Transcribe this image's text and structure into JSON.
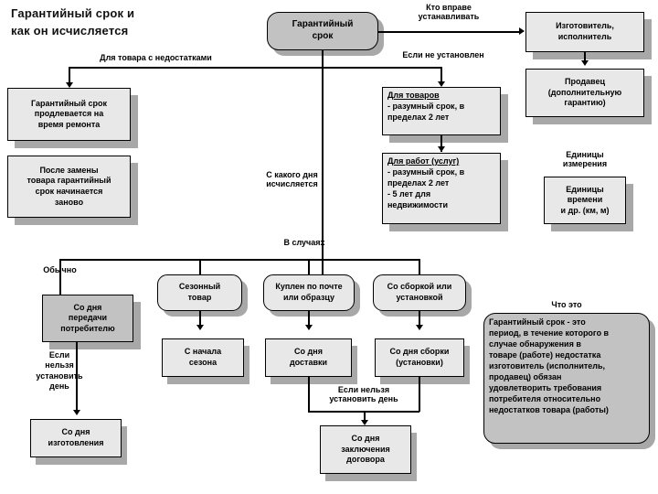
{
  "title": "Гарантийный срок и\nкак он исчисляется",
  "root": {
    "label": "Гарантийный\nсрок"
  },
  "edge_labels": {
    "defective_goods": "Для товара с недостатками",
    "who_sets": "Кто вправе\nустанавливать",
    "if_not_set": "Если не установлен",
    "from_what_day": "С какого дня\nисчисляется",
    "in_cases": "В случаях",
    "usually": "Обычно",
    "if_cannot_set_day_left": "Если\nнельзя\nустановить\nдень",
    "if_cannot_set_day_mid": "Если нельзя\nустановить день",
    "units_of_measure": "Единицы\nизмерения",
    "what_is_it": "Что это"
  },
  "left_column": [
    {
      "label": "Гарантийный срок\nпродлевается на\nвремя ремонта"
    },
    {
      "label": "После замены\nтовара гарантийный\nсрок  начинается\nзаново"
    }
  ],
  "terms_column": [
    {
      "heading": "Для товаров",
      "lines": [
        "- разумный срок,  в",
        "пределах 2 лет"
      ]
    },
    {
      "heading": "Для работ (услуг)",
      "lines": [
        "- разумный срок,  в",
        "пределах 2 лет",
        "- 5 лет для",
        "недвижимости"
      ]
    }
  ],
  "right_column": [
    {
      "label": "Изготовитель,\nисполнитель"
    },
    {
      "label": "Продавец\n(дополнительную\nгарантию)"
    },
    {
      "label": "Единицы\nвремени\nи др. (км, м)"
    }
  ],
  "cases_row": [
    {
      "label": "Сезонный\nтовар"
    },
    {
      "label": "Куплен по почте\nили образцу"
    },
    {
      "label": "Со сборкой или\nустановкой"
    }
  ],
  "results_row": [
    {
      "label": "Со дня\nпередачи\nпотребителю"
    },
    {
      "label": "С начала\nсезона"
    },
    {
      "label": "Со дня\nдоставки"
    },
    {
      "label": "Со дня  сборки\n(установки)"
    }
  ],
  "fallbacks": [
    {
      "label": "Со дня\nизготовления"
    },
    {
      "label": "Со дня\nзаключения\nдоговора"
    }
  ],
  "definition": {
    "lines": [
      "Гарантийный срок - это",
      "период, в течение которого в",
      "случае обнаружения в",
      "товаре (работе) недостатка",
      "изготовитель (исполнитель,",
      "продавец) обязан",
      "удовлетворить требования",
      "потребителя относительно",
      "недостатков товара (работы)"
    ]
  },
  "colors": {
    "box_fill": "#e4e4e4",
    "box_fill_dark": "#c2c2c2",
    "shadow": "#a8a8a8",
    "stroke": "#000000",
    "background": "#ffffff"
  }
}
